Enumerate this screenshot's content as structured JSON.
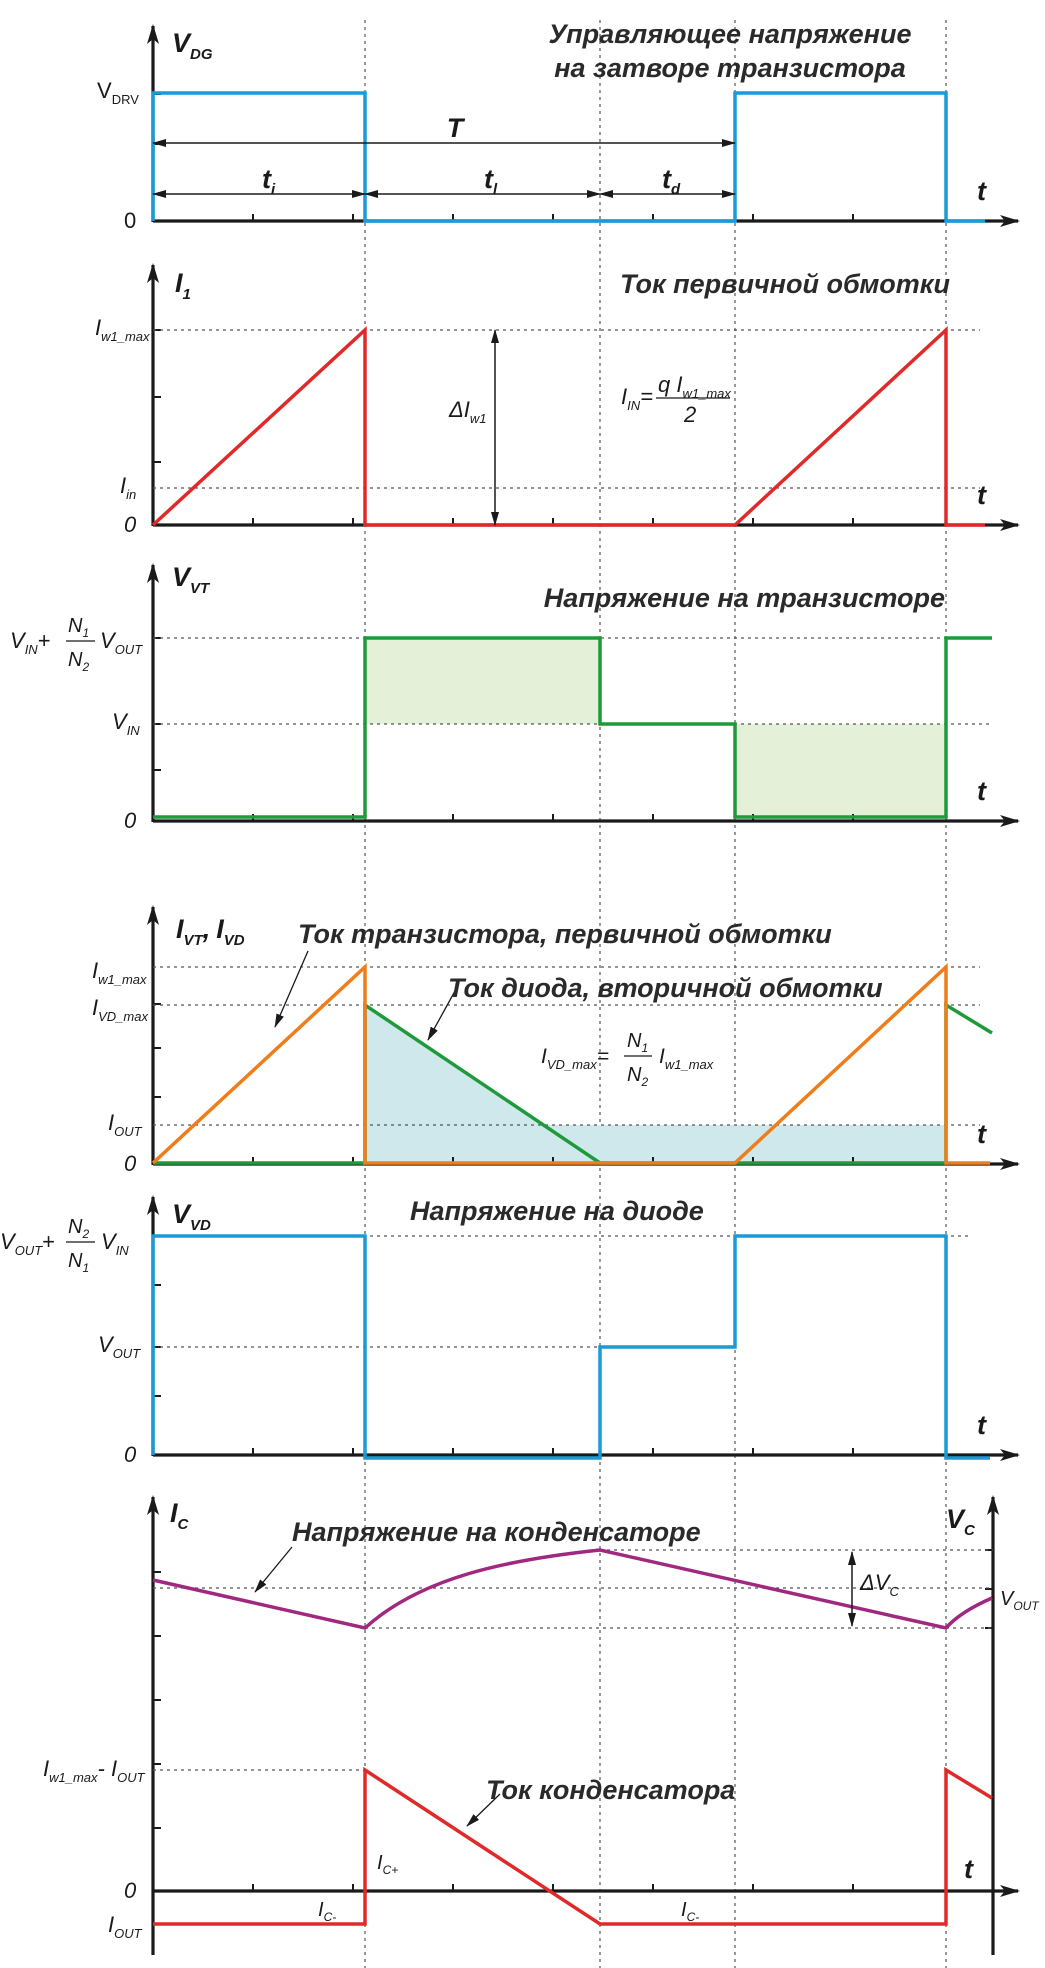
{
  "colors": {
    "blue": "#1a9ad6",
    "red": "#e02a2a",
    "green": "#1f9a3a",
    "orange": "#ef7d1a",
    "purple": "#a0287e",
    "fill_green": "#e4f0d8",
    "fill_blue": "#cfe8ec"
  },
  "panel1": {
    "title_line1": "Управляющее напряжение",
    "title_line2": "на затворе транзистора",
    "y_axis": "V",
    "y_axis_sub": "DG",
    "level_high": "V",
    "level_high_sub": "DRV",
    "zero": "0",
    "t": "t",
    "period": "T",
    "ti": "t",
    "ti_sub": "i",
    "tl": "t",
    "tl_sub": "l",
    "td": "t",
    "td_sub": "d"
  },
  "panel2": {
    "title": "Ток первичной обмотки",
    "y_axis": "I",
    "y_axis_sub": "1",
    "level_max": "I",
    "level_max_sub": "w1_max",
    "level_in": "I",
    "level_in_sub": "in",
    "zero": "0",
    "t": "t",
    "delta": "ΔI",
    "delta_sub": "w1",
    "formula_lhs": "I",
    "formula_lhs_sub": "IN",
    "formula_eq": "=",
    "formula_num": "q I",
    "formula_num_sub": "w1_max",
    "formula_den": "2"
  },
  "panel3": {
    "title": "Напряжение на транзисторе",
    "y_axis": "V",
    "y_axis_sub": "VT",
    "level_high_a": "V",
    "level_high_a_sub": "IN",
    "level_high_plus": "+",
    "level_high_num": "N",
    "level_high_num_sub": "1",
    "level_high_den": "N",
    "level_high_den_sub": "2",
    "level_high_b": "V",
    "level_high_b_sub": "OUT",
    "level_in": "V",
    "level_in_sub": "IN",
    "zero": "0",
    "t": "t"
  },
  "panel4": {
    "y_axis_a": "I",
    "y_axis_a_sub": "VT",
    "y_axis_sep": ",",
    "y_axis_b": "I",
    "y_axis_b_sub": "VD",
    "title1": "Ток транзистора, первичной обмотки",
    "title2": "Ток диода, вторичной обмотки",
    "level_w1": "I",
    "level_w1_sub": "w1_max",
    "level_vd": "I",
    "level_vd_sub": "VD_max",
    "level_out": "I",
    "level_out_sub": "OUT",
    "zero": "0",
    "t": "t",
    "formula_lhs": "I",
    "formula_lhs_sub": "VD_max",
    "formula_eq": "=",
    "formula_num": "N",
    "formula_num_sub": "1",
    "formula_den": "N",
    "formula_den_sub": "2",
    "formula_rhs": "I",
    "formula_rhs_sub": "w1_max"
  },
  "panel5": {
    "title": "Напряжение на диоде",
    "y_axis": "V",
    "y_axis_sub": "VD",
    "level_high_a": "V",
    "level_high_a_sub": "OUT",
    "level_high_plus": "+",
    "level_high_num": "N",
    "level_high_num_sub": "2",
    "level_high_den": "N",
    "level_high_den_sub": "1",
    "level_high_b": "V",
    "level_high_b_sub": "IN",
    "level_out": "V",
    "level_out_sub": "OUT",
    "zero": "0",
    "t": "t"
  },
  "panel6": {
    "y_axis": "I",
    "y_axis_sub": "C",
    "y_axis_right": "V",
    "y_axis_right_sub": "C",
    "title1": "Напряжение на конденсаторе",
    "title2": "Ток конденсатора",
    "delta": "ΔV",
    "delta_sub": "C",
    "vout": "V",
    "vout_sub": "OUT",
    "level_top": "I",
    "level_top_sub": "w1_max",
    "level_top_mid": "- I",
    "level_top_mid_sub": "OUT",
    "zero": "0",
    "t": "t",
    "level_neg": "I",
    "level_neg_sub": "OUT",
    "ic_plus": "I",
    "ic_plus_sub": "C+",
    "ic_minus1": "I",
    "ic_minus1_sub": "C-",
    "ic_minus2": "I",
    "ic_minus2_sub": "C-"
  }
}
